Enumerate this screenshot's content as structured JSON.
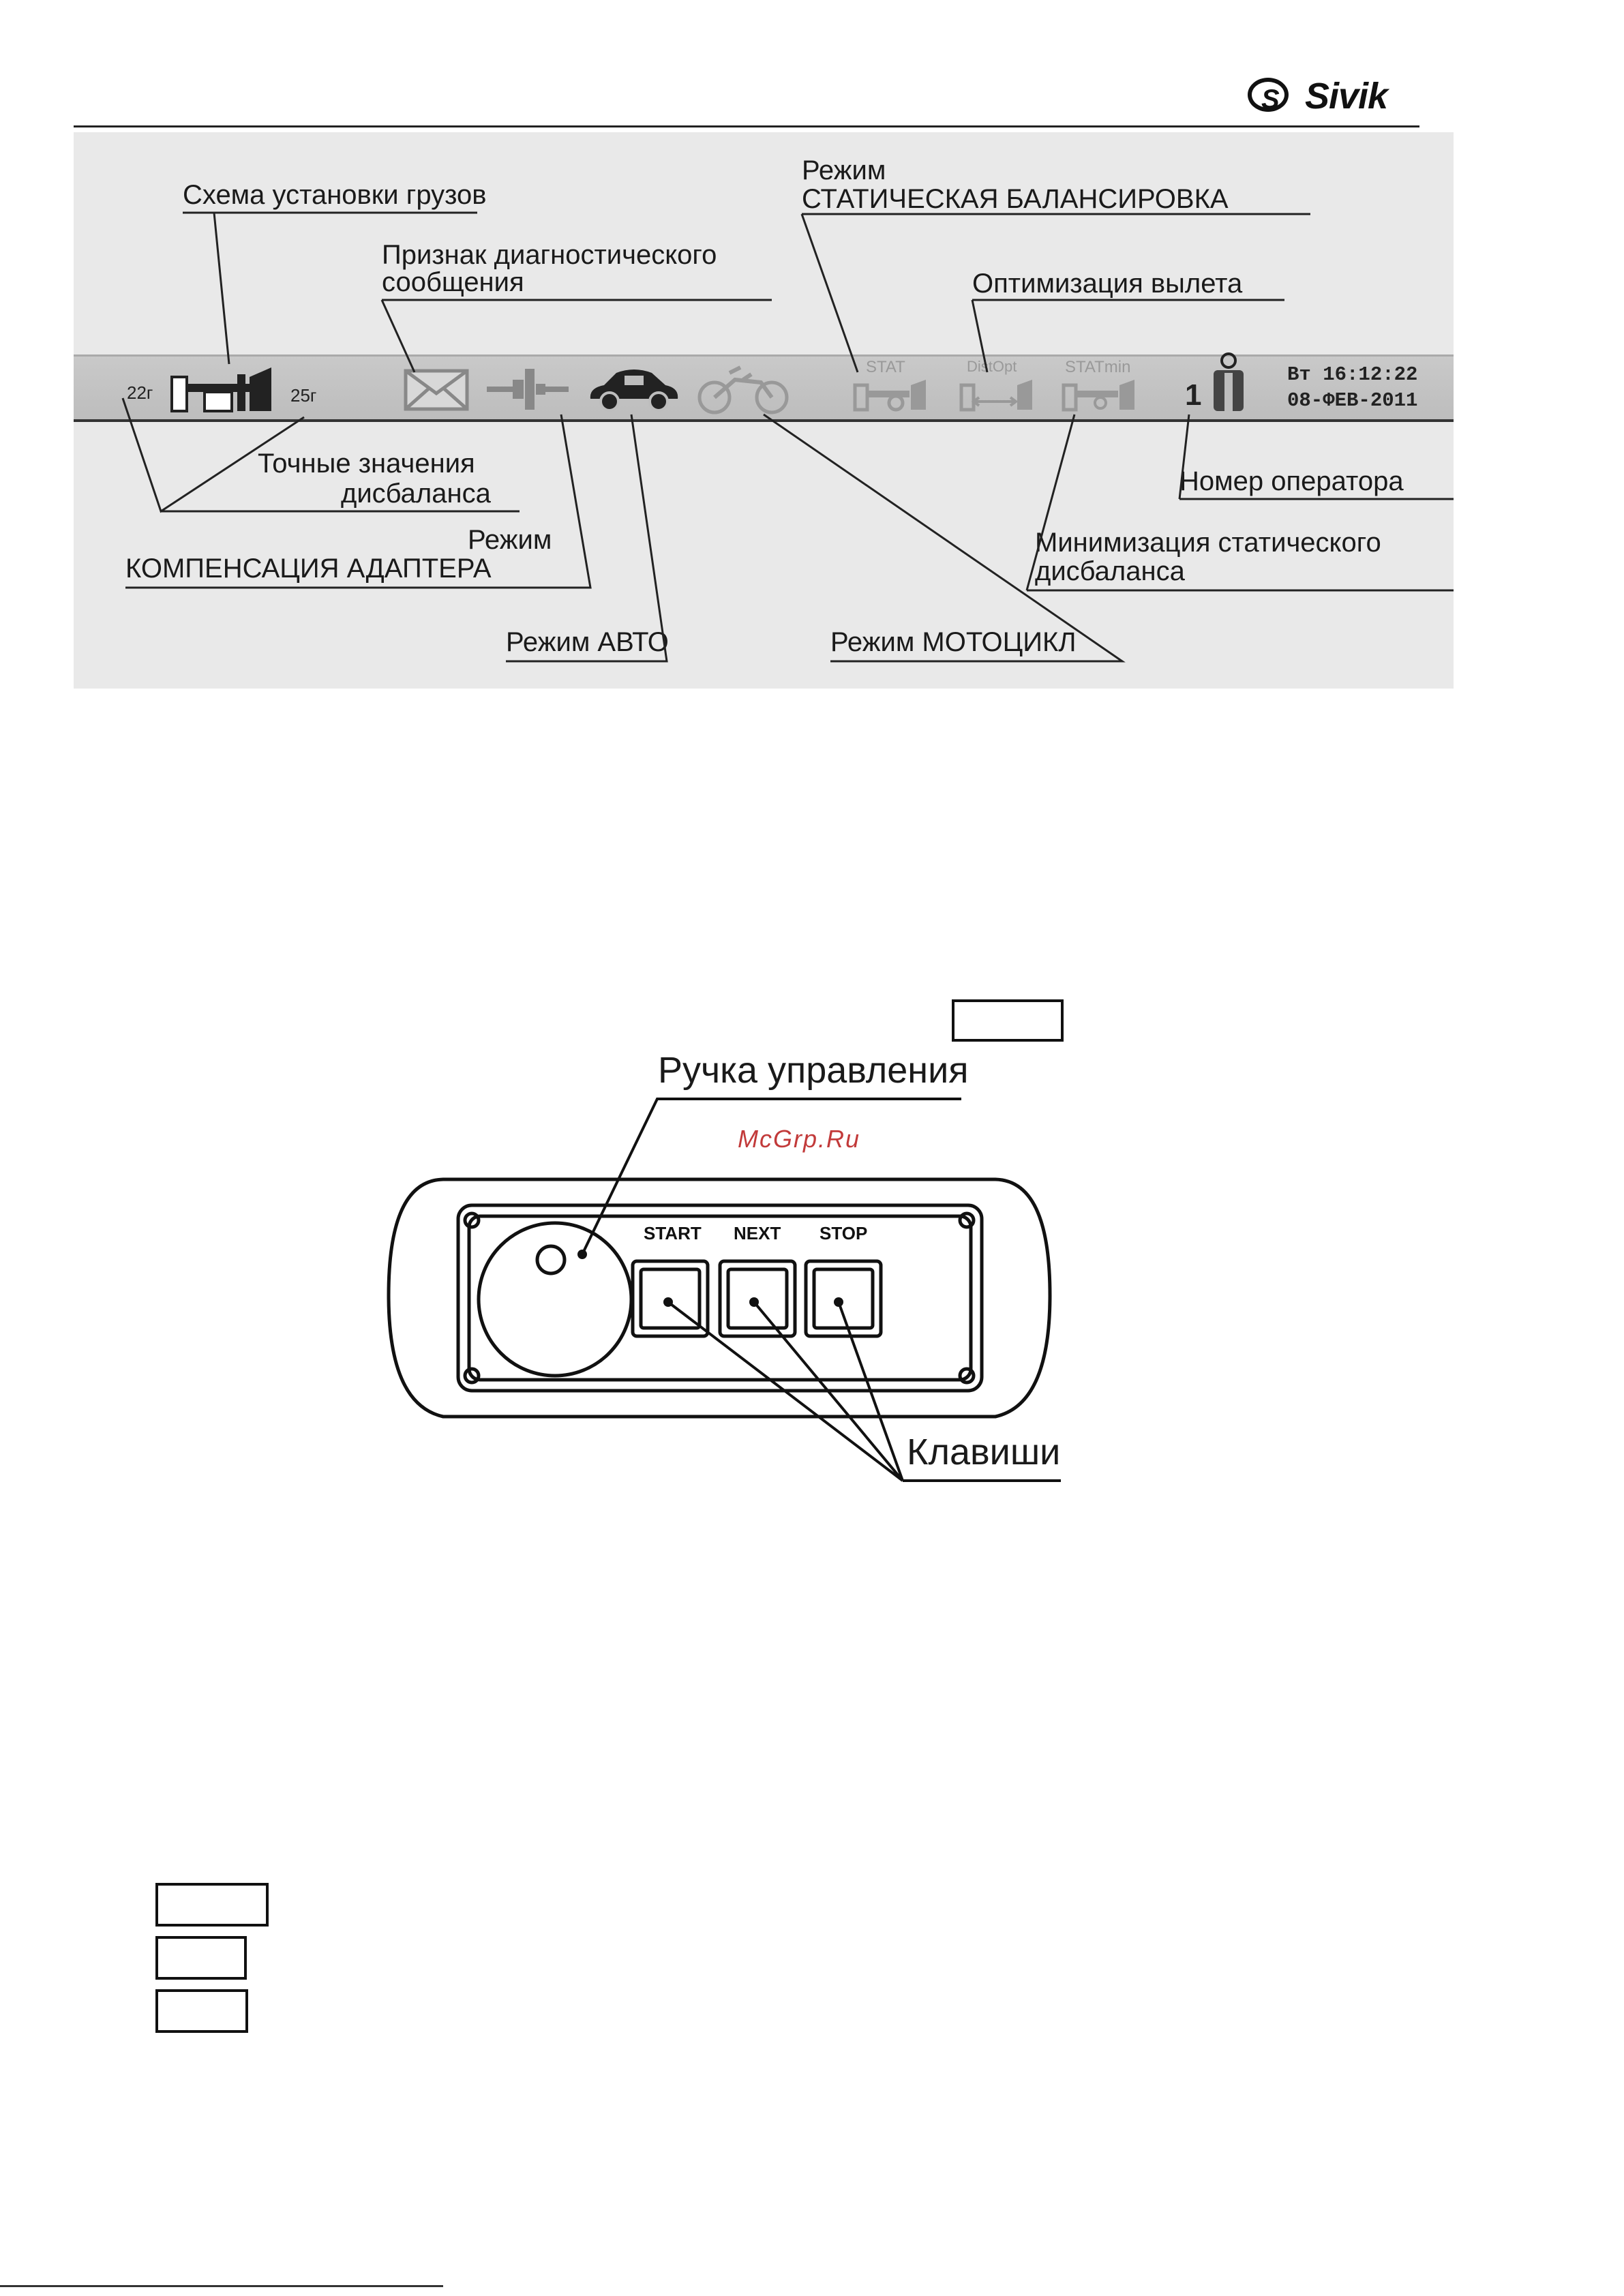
{
  "header": {
    "brand": "Sivik",
    "logo_mark": "S"
  },
  "figure1": {
    "labels": {
      "weights_scheme": "Схема установки грузов",
      "diag_1": "Признак диагностического",
      "diag_2": "сообщения",
      "static_mode_1": "Режим",
      "static_mode_2": "СТАТИЧЕСКАЯ БАЛАНСИРОВКА",
      "distopt": "Оптимизация вылета",
      "exact_1": "Точные значения",
      "exact_2": "дисбаланса",
      "adapter_1": "Режим",
      "adapter_2": "КОМПЕНСАЦИЯ АДАПТЕРА",
      "auto": "Режим АВТО",
      "moto": "Режим МОТОЦИКЛ",
      "operator": "Номер оператора",
      "statmin_1": "Минимизация статического",
      "statmin_2": "дисбаланса"
    },
    "statusbar": {
      "left_weight": "22г",
      "right_weight": "25г",
      "icon_stat": "STAT",
      "icon_distopt": "DistOpt",
      "icon_statmin": "STATmin",
      "operator_number": "1",
      "datetime_line1": "Вт 16:12:22",
      "datetime_line2": "08-ФЕВ-2011"
    }
  },
  "figure2": {
    "knob_label": "Ручка управления",
    "keys_label": "Клавиши",
    "buttons": [
      "START",
      "NEXT",
      "STOP"
    ]
  },
  "watermark": "McGrp.Ru"
}
